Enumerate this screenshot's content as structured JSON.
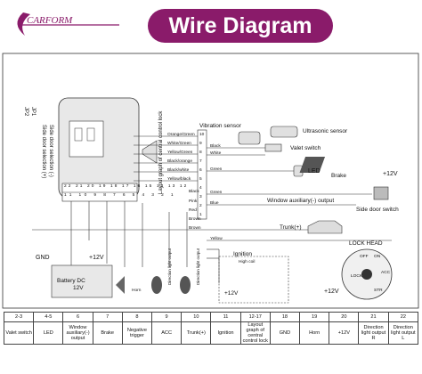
{
  "brand": {
    "logo_text": "CARFORM"
  },
  "title": "Wire Diagram",
  "jumpers": {
    "jp1": "JP1",
    "jp2": "JP2",
    "jp1_desc": "Side door selection (-)",
    "jp2_desc": "Side door selection (+)",
    "pins_top": [
      "22",
      "21",
      "20",
      "19",
      "18",
      "17",
      "16",
      "15",
      "14",
      "13",
      "12"
    ],
    "pins_bottom": [
      "11",
      "10",
      "9",
      "8",
      "7",
      "6",
      "5",
      "4",
      "3",
      "2",
      "1"
    ]
  },
  "right_pins": [
    "10",
    "9",
    "8",
    "7",
    "6",
    "5",
    "4",
    "3",
    "2",
    "1"
  ],
  "layout_label": "Layout graph of central control lock",
  "wires": {
    "orange_green": "Orange/Green",
    "white_green": "White/Green",
    "yellow_green": "Yellow/Green",
    "black_orange": "Black/orange",
    "black_white": "Black/white",
    "yellow_black": "Yellow/black",
    "black": "Black",
    "white": "White",
    "green": "Green",
    "pink": "Pink",
    "blue": "Blue",
    "red": "Red",
    "brown": "Brown",
    "yellow": "Yellow"
  },
  "components": {
    "vibration_sensor": "Vibration sensor",
    "ultrasonic_sensor": "Ultrasonic sensor",
    "valet_switch": "Valet switch",
    "led": "LED",
    "brake": "Brake",
    "plus12v_a": "+12V",
    "window_aux": "Window auxiliary(-) output",
    "side_door_switch": "Side door switch",
    "trunk": "Trunk(+)",
    "lock_head": "LOCK HEAD",
    "ignition": "Ignition",
    "high_coil": "High coil",
    "plus12v_b": "+12V",
    "plus12v_c": "+12V",
    "gnd": "GND",
    "plus12v_d": "+12V",
    "battery": "Battery DC",
    "battery_v": "12V",
    "horn": "Horn",
    "dir_r": "Direction light output",
    "dir_l": "Direction light output",
    "lock_lock": "LOCK",
    "lock_off": "OFF",
    "lock_on": "ON",
    "lock_acc": "ACC",
    "lock_str": "STR"
  },
  "legend": {
    "numbers": [
      "2-3",
      "4-5",
      "6",
      "7",
      "8",
      "9",
      "10",
      "11",
      "12-17",
      "18",
      "19",
      "20",
      "21",
      "22"
    ],
    "descriptions": [
      "Valet switch",
      "LED",
      "Window auxiliary(-) output",
      "Brake",
      "Negative trigger",
      "ACC",
      "Trunk(+)",
      "Ignition",
      "Layout graph of central control lock",
      "GND",
      "Horn",
      "+12V",
      "Direction light output R",
      "Direction light output L"
    ]
  },
  "colors": {
    "accent": "#8a1b6a"
  }
}
